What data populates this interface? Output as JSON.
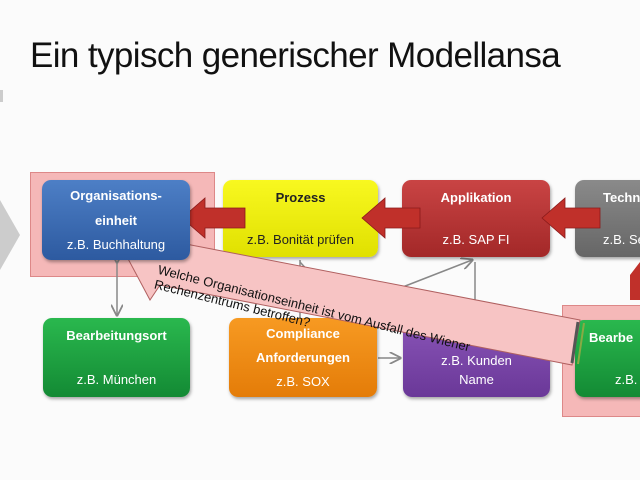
{
  "title": "Ein typisch generischer Modellansa",
  "boxes": {
    "org": {
      "title1": "Organisations-",
      "title2": "einheit",
      "sub": "z.B. Buchhaltung"
    },
    "prozess": {
      "title": "Prozess",
      "sub": "z.B. Bonität prüfen"
    },
    "applikation": {
      "title": "Applikation",
      "sub": "z.B. SAP FI"
    },
    "technik": {
      "title": "Techn",
      "sub": "z.B. Se"
    },
    "bearbeitungsort": {
      "title": "Bearbeitungsort",
      "sub": "z.B. München"
    },
    "compliance": {
      "title1": "Compliance",
      "title2": "Anforderungen",
      "sub": "z.B. SOX"
    },
    "daten": {
      "sub1": "z.B. Kunden",
      "sub2": "Name"
    },
    "bearbeitungsort2": {
      "title": "Bearbe",
      "sub": "z.B."
    }
  },
  "callout": {
    "line1": "Welche Organisationseinheit ist vom Ausfall des Wiener",
    "line2": "Rechenzentrums betroffen?"
  },
  "colors": {
    "highlight": "#f5b8b8",
    "arrow": "#c0302a"
  }
}
